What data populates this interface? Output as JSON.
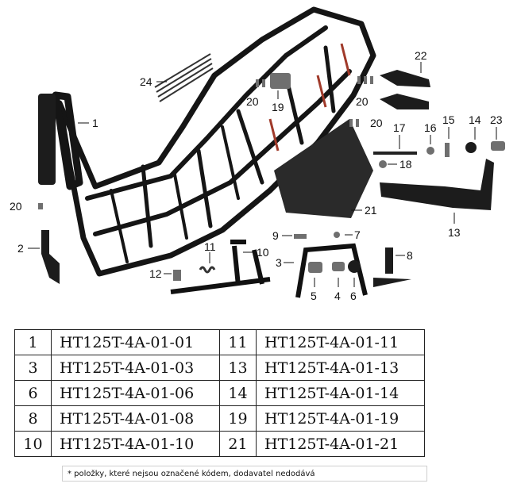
{
  "diagram": {
    "callouts": [
      "1",
      "2",
      "3",
      "4",
      "5",
      "6",
      "7",
      "8",
      "9",
      "10",
      "11",
      "12",
      "13",
      "14",
      "15",
      "16",
      "17",
      "18",
      "19",
      "20",
      "20",
      "20",
      "20",
      "21",
      "22",
      "23",
      "24"
    ]
  },
  "parts_table": {
    "rows": [
      {
        "left_num": "1",
        "left_code": "HT125T-4A-01-01",
        "right_num": "11",
        "right_code": "HT125T-4A-01-11"
      },
      {
        "left_num": "3",
        "left_code": "HT125T-4A-01-03",
        "right_num": "13",
        "right_code": "HT125T-4A-01-13"
      },
      {
        "left_num": "6",
        "left_code": "HT125T-4A-01-06",
        "right_num": "14",
        "right_code": "HT125T-4A-01-14"
      },
      {
        "left_num": "8",
        "left_code": "HT125T-4A-01-08",
        "right_num": "19",
        "right_code": "HT125T-4A-01-19"
      },
      {
        "left_num": "10",
        "left_code": "HT125T-4A-01-10",
        "right_num": "21",
        "right_code": "HT125T-4A-01-21"
      }
    ]
  },
  "footnote": "* položky, které nejsou označené kódem, dodavatel nedodává",
  "colors": {
    "frame": "#151515",
    "accent_red": "#a03a2a",
    "line": "#222222"
  }
}
